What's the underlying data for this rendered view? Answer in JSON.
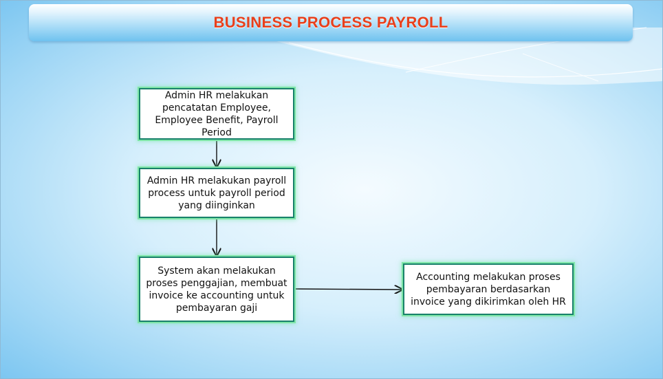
{
  "title": "BUSINESS PROCESS PAYROLL",
  "steps": [
    {
      "text": "Admin HR melakukan pencatatan Employee, Employee Benefit, Payroll Period"
    },
    {
      "text": "Admin HR melakukan payroll process untuk payroll period yang diinginkan"
    },
    {
      "text": "System akan melakukan proses penggajian, membuat invoice ke accounting untuk pembayaran gaji"
    },
    {
      "text": "Accounting melakukan proses pembayaran berdasarkan invoice yang dikirimkan oleh HR"
    }
  ],
  "colors": {
    "title": "#e8401c",
    "box_border": "#17806a",
    "box_glow": "#7fe6a8",
    "arrow": "#111111"
  }
}
